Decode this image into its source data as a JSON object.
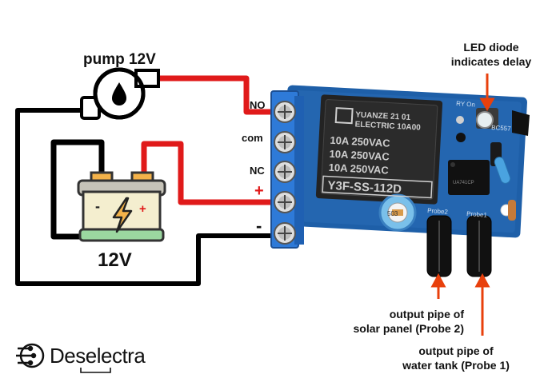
{
  "labels": {
    "pump": "pump 12V",
    "battery_voltage": "12V",
    "led_line1": "LED diode",
    "led_line2": "indicates delay",
    "probe2_line1": "output pipe of",
    "probe2_line2": "solar panel (Probe 2)",
    "probe1_line1": "output pipe of",
    "probe1_line2": "water tank (Probe 1)",
    "terminal_no": "NO",
    "terminal_com": "com",
    "terminal_nc": "NC",
    "terminal_plus": "+",
    "terminal_minus": "-"
  },
  "relay_marking": {
    "line1": "YUANZE 21 01",
    "line2": "ELECTRIC 10A00",
    "line3": "10A 250VAC",
    "line4": "10A 250VAC",
    "line5": "10A 250VAC",
    "model": "Y3F-SS-112D"
  },
  "board_silk": {
    "probe2": "Probe2",
    "probe1": "Probe1",
    "ry_on": "RY On",
    "bc557": "BC557",
    "ic": "UA741CP",
    "pot": "503"
  },
  "battery_symbols": {
    "minus": "-",
    "plus": "+"
  },
  "logo": {
    "text_before": "Des",
    "text_highlight": "el",
    "text_after": "ectra"
  },
  "colors": {
    "wire_red": "#e01a1a",
    "wire_black": "#000000",
    "board": "#1e5fa8",
    "terminal_block": "#2e7ad8",
    "battery_green": "#9bd7a0",
    "arrow": "#e8400c"
  }
}
